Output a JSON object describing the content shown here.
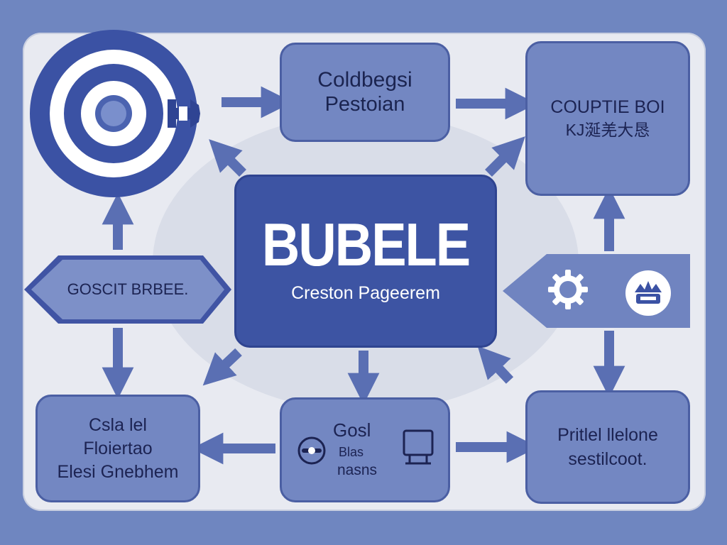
{
  "nodes": {
    "top_center": {
      "line1": "Coldbegsi",
      "line2": "Pestoian"
    },
    "top_right": {
      "line1": "COUPTIE BOI",
      "line2": "KJ涎羌大恳"
    },
    "center": {
      "title": "BUBELE",
      "subtitle": "Creston Pageerem"
    },
    "left_banner": {
      "label": "GOSCIT BRBEE."
    },
    "bottom_left": {
      "line1": "Csla lel",
      "line2": "Floiertao",
      "line3": "Elesi Gnebhem"
    },
    "bottom_center": {
      "line1": "Gosl",
      "line2": "Blas",
      "line3": "nasns"
    },
    "bottom_right": {
      "line1": "Pritlel llelone",
      "line2": "sestilcoot."
    }
  },
  "icons": {
    "top_left": "target-icon",
    "bottom_center_left": "eye-icon",
    "bottom_center_right": "monitor-icon",
    "right_banner_left": "gear-icon",
    "right_banner_right": "helmet-icon"
  },
  "colors": {
    "background": "#6f86c0",
    "board": "#e8eaf1",
    "node_fill": "#7387c2",
    "center_fill": "#3d54a3",
    "arrow": "#5a6fb3",
    "text_dark": "#1c2352"
  }
}
